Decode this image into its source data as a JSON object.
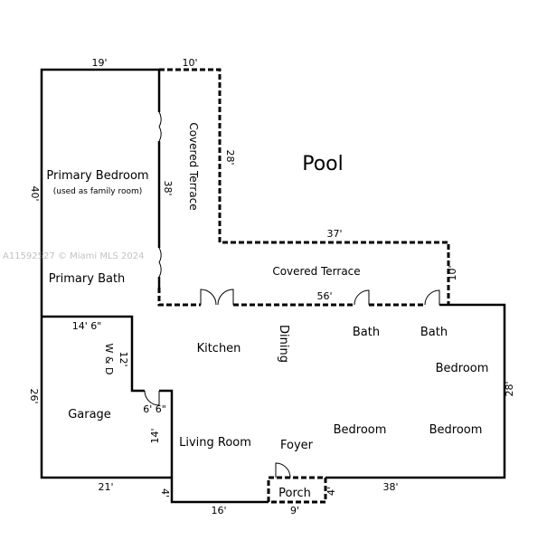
{
  "watermark": "A11592527 © Miami MLS 2024",
  "rooms": {
    "pool": "Pool",
    "primary_bedroom": "Primary Bedroom",
    "primary_bedroom_note": "(used as family room)",
    "primary_bath": "Primary Bath",
    "covered_terrace_vertical": "Covered  Terrace",
    "covered_terrace": "Covered Terrace",
    "kitchen": "Kitchen",
    "dining": "Dining",
    "bath1": "Bath",
    "bath2": "Bath",
    "bedroom1": "Bedroom",
    "bedroom2": "Bedroom",
    "bedroom3": "Bedroom",
    "wd": "W & D",
    "garage": "Garage",
    "living_room": "Living Room",
    "foyer": "Foyer",
    "porch": "Porch"
  },
  "dimensions": {
    "top_primary": "19'",
    "top_terrace": "10'",
    "left_primary": "40'",
    "terrace_vertical_outer": "28'",
    "terrace_vertical_inner": "38'",
    "terrace_horizontal": "37'",
    "terrace_right": "10'",
    "terrace_bottom": "56'",
    "garage_top": "14' 6\"",
    "wd": "12'",
    "garage_step": "6' 6\"",
    "garage_left": "26'",
    "right_wall": "28'",
    "living_left": "14'",
    "garage_bottom": "21'",
    "living_step": "4'",
    "living_bottom": "16'",
    "porch_bottom": "9'",
    "porch_side": "4'",
    "bottom_right": "38'"
  }
}
